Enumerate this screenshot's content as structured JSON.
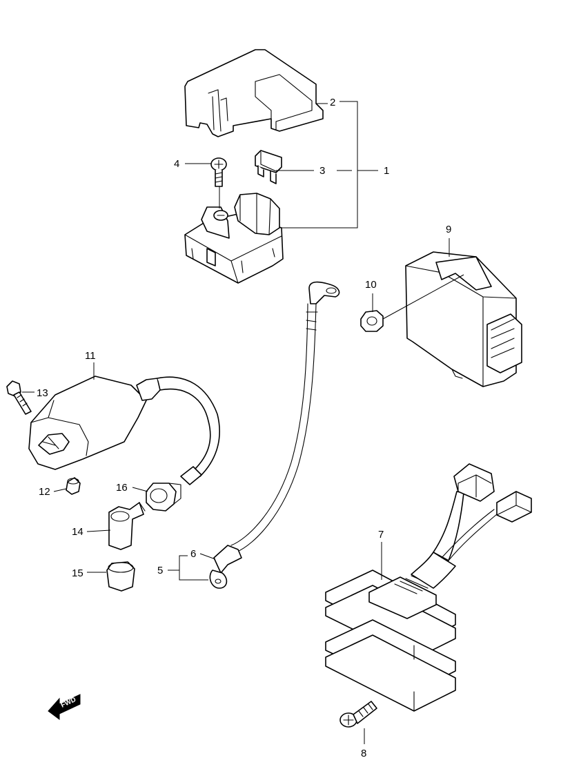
{
  "callouts": [
    {
      "id": "1",
      "label": "1"
    },
    {
      "id": "2",
      "label": "2"
    },
    {
      "id": "3",
      "label": "3"
    },
    {
      "id": "4",
      "label": "4"
    },
    {
      "id": "5",
      "label": "5"
    },
    {
      "id": "6",
      "label": "6"
    },
    {
      "id": "7",
      "label": "7"
    },
    {
      "id": "8",
      "label": "8"
    },
    {
      "id": "9",
      "label": "9"
    },
    {
      "id": "10",
      "label": "10"
    },
    {
      "id": "11",
      "label": "11"
    },
    {
      "id": "12",
      "label": "12"
    },
    {
      "id": "13",
      "label": "13"
    },
    {
      "id": "14",
      "label": "14"
    },
    {
      "id": "15",
      "label": "15"
    },
    {
      "id": "16",
      "label": "16"
    }
  ],
  "fwd_indicator": {
    "text": "FWD"
  }
}
